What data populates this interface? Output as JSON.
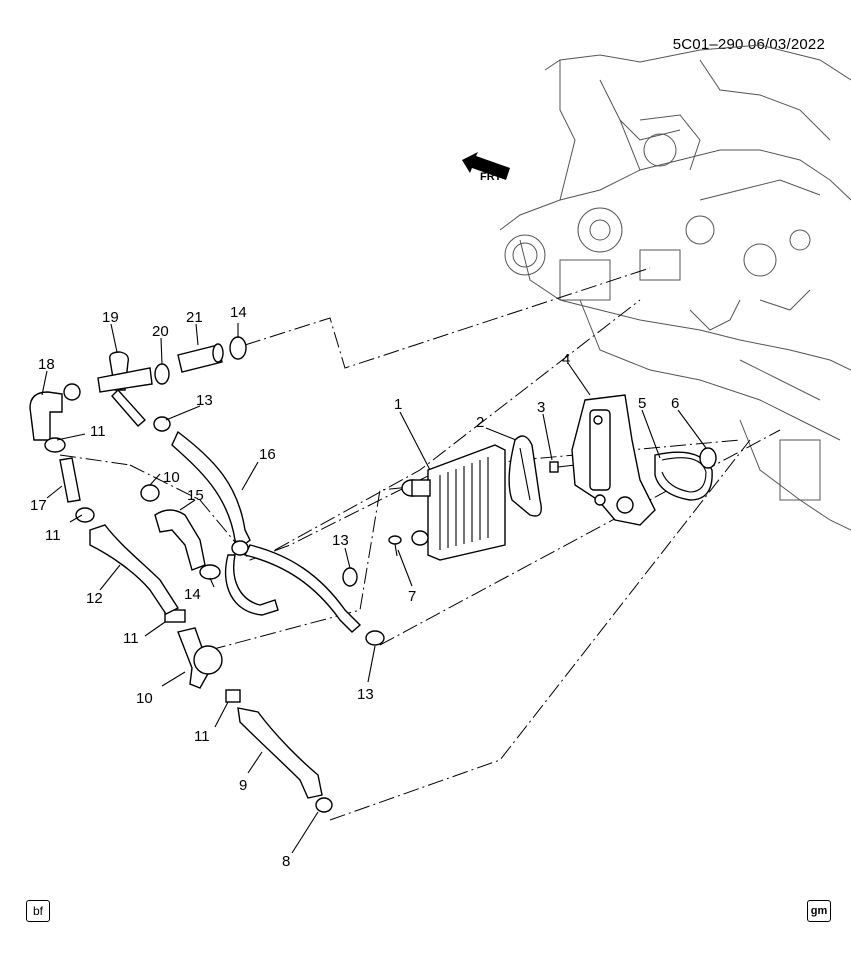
{
  "diagram": {
    "reference_code": "5C01–290  06/03/2022",
    "orientation_label": "FRT",
    "badge_left": "bf",
    "badge_right": "gm",
    "callouts": [
      {
        "id": "c1",
        "label": "1"
      },
      {
        "id": "c2",
        "label": "2"
      },
      {
        "id": "c3",
        "label": "3"
      },
      {
        "id": "c4",
        "label": "4"
      },
      {
        "id": "c5",
        "label": "5"
      },
      {
        "id": "c6",
        "label": "6"
      },
      {
        "id": "c7",
        "label": "7"
      },
      {
        "id": "c8",
        "label": "8"
      },
      {
        "id": "c9",
        "label": "9"
      },
      {
        "id": "c10a",
        "label": "10"
      },
      {
        "id": "c10b",
        "label": "10"
      },
      {
        "id": "c11a",
        "label": "11"
      },
      {
        "id": "c11b",
        "label": "11"
      },
      {
        "id": "c11c",
        "label": "11"
      },
      {
        "id": "c11d",
        "label": "11"
      },
      {
        "id": "c12",
        "label": "12"
      },
      {
        "id": "c13a",
        "label": "13"
      },
      {
        "id": "c13b",
        "label": "13"
      },
      {
        "id": "c13c",
        "label": "13"
      },
      {
        "id": "c14a",
        "label": "14"
      },
      {
        "id": "c14b",
        "label": "14"
      },
      {
        "id": "c15",
        "label": "15"
      },
      {
        "id": "c16",
        "label": "16"
      },
      {
        "id": "c17",
        "label": "17"
      },
      {
        "id": "c18",
        "label": "18"
      },
      {
        "id": "c19",
        "label": "19"
      },
      {
        "id": "c20",
        "label": "20"
      },
      {
        "id": "c21",
        "label": "21"
      }
    ]
  }
}
